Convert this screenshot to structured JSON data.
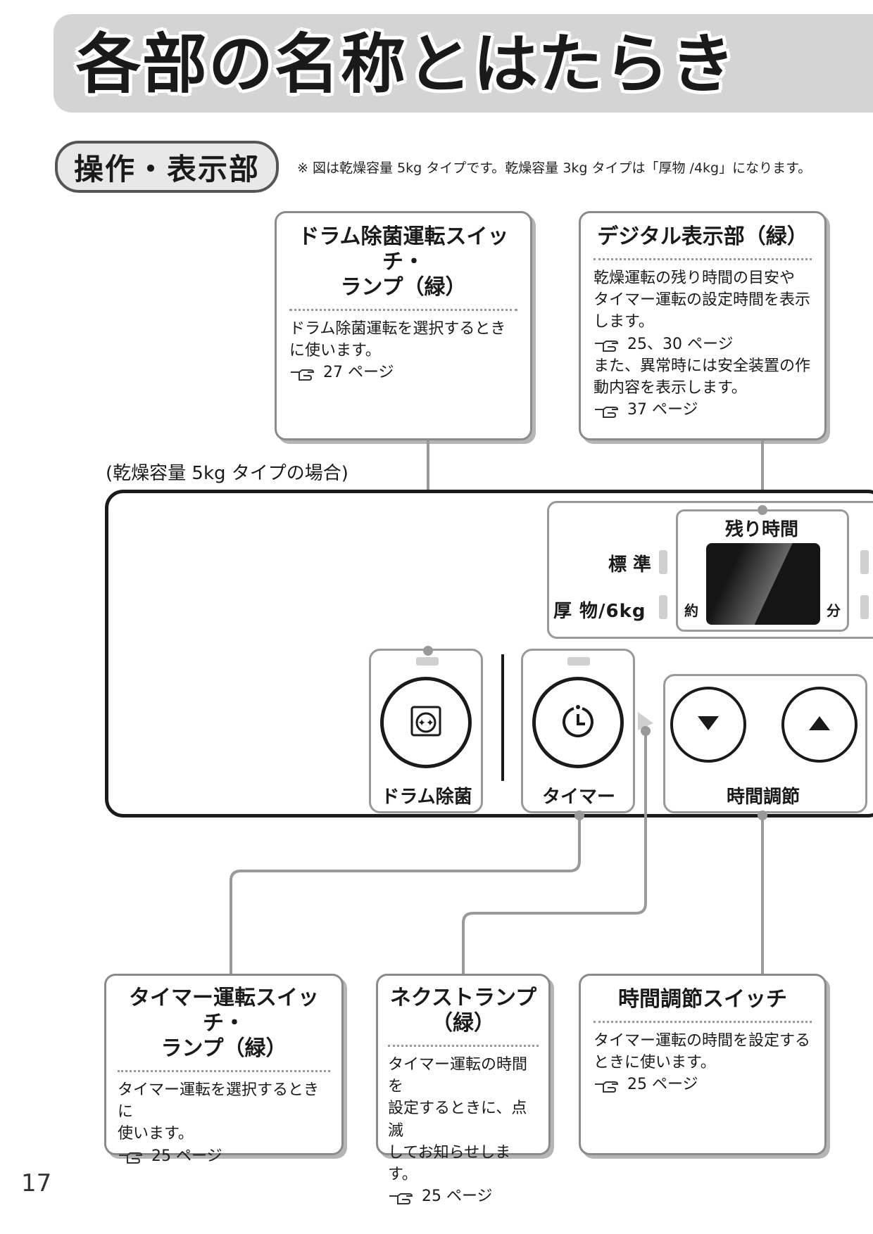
{
  "header": {
    "title": "各部の名称とはたらき"
  },
  "section": {
    "label": "操作・表示部"
  },
  "note": "※ 図は乾燥容量 5kg タイプです。乾燥容量 3kg タイプは「厚物 /4kg」になります。",
  "panel_caption": "(乾燥容量 5kg タイプの場合)",
  "callouts": {
    "drum": {
      "title_line1": "ドラム除菌運転スイッチ・",
      "title_line2": "ランプ（緑）",
      "body_line1": "ドラム除菌運転を選択するとき",
      "body_line2": "に使います。",
      "ref": "27 ページ"
    },
    "display": {
      "title": "デジタル表示部（緑）",
      "body_line1": "乾燥運転の残り時間の目安や",
      "body_line2": "タイマー運転の設定時間を表示",
      "body_line3": "します。",
      "ref1": "25、30 ページ",
      "body_line4": "また、異常時には安全装置の作",
      "body_line5": "動内容を表示します。",
      "ref2": "37 ページ"
    },
    "timer": {
      "title_line1": "タイマー運転スイッチ・",
      "title_line2": "ランプ（緑）",
      "body_line1": "タイマー運転を選択するときに",
      "body_line2": "使います。",
      "ref": "25 ページ"
    },
    "next": {
      "title_line1": "ネクストランプ",
      "title_line2": "（緑）",
      "body_line1": "タイマー運転の時間を",
      "body_line2": "設定するときに、点滅",
      "body_line3": "してお知らせします。",
      "ref": "25 ページ"
    },
    "adjust": {
      "title": "時間調節スイッチ",
      "body_line1": "タイマー運転の時間を設定する",
      "body_line2": "ときに使います。",
      "ref": "25 ページ"
    }
  },
  "panel": {
    "display_label": "残り時間",
    "mode_standard": "標 準",
    "mode_thick": "厚 物/6kg",
    "approx": "約",
    "minutes": "分",
    "drum_button": "ドラム除菌",
    "timer_button": "タイマー",
    "adjust_button": "時間調節"
  },
  "page_number": "17",
  "colors": {
    "banner": "#d4d4d4",
    "line": "#999999",
    "panel_border": "#1a1a1a"
  }
}
